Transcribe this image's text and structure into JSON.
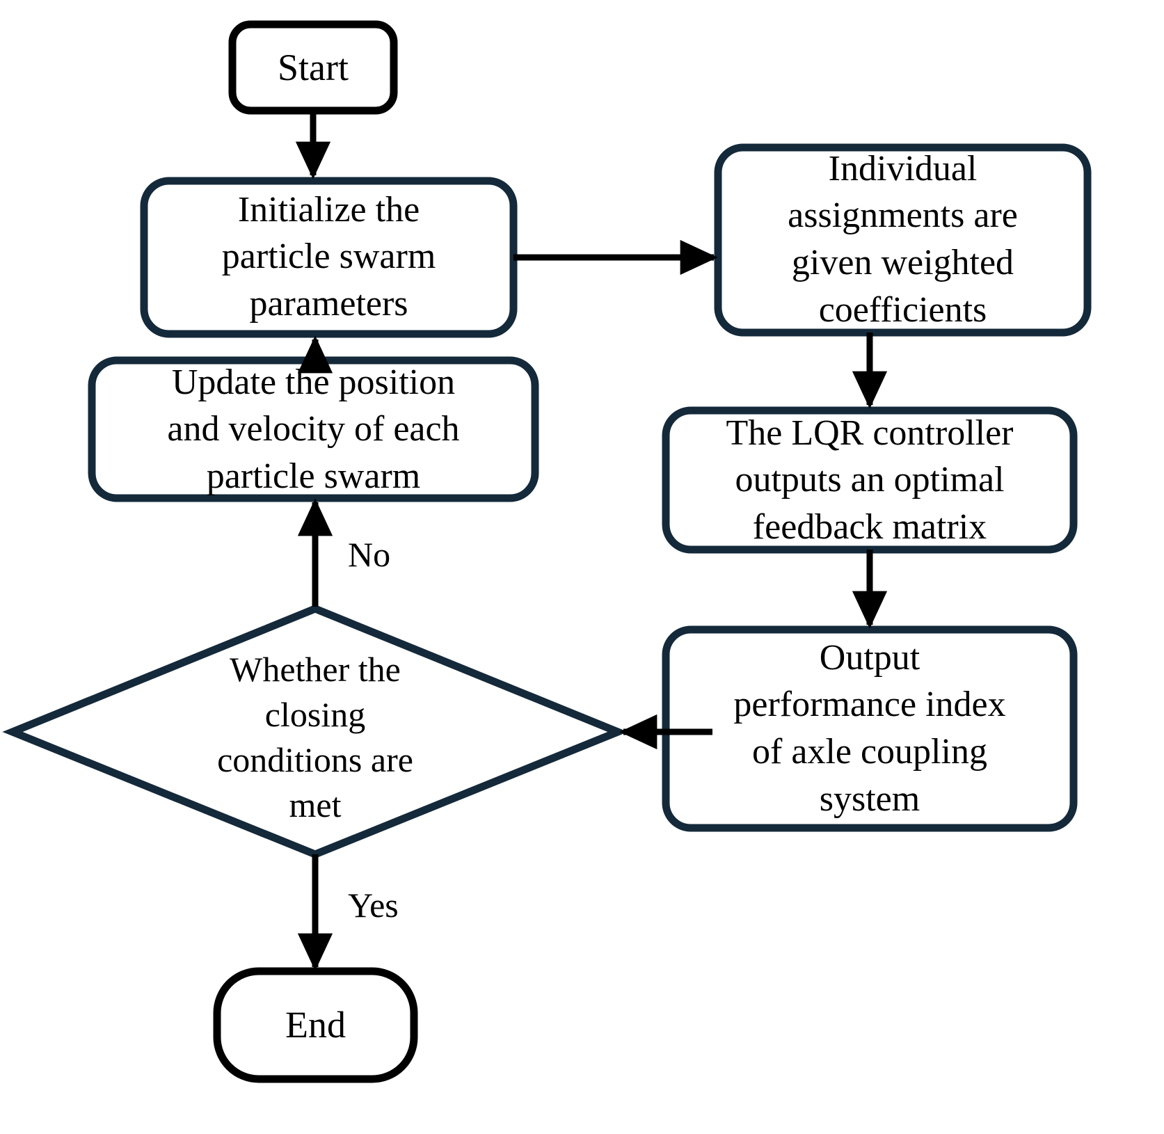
{
  "diagram": {
    "title": "PSO-LQR optimization flowchart",
    "type": "flowchart",
    "background_color": "#ffffff",
    "terminator_stroke_color": "#000000",
    "process_stroke_color": "#14293a",
    "decision_stroke_color": "#14293a",
    "connector_color": "#000000",
    "text_color": "#000000"
  },
  "nodes": {
    "start": {
      "label": "Start",
      "shape": "terminator"
    },
    "initialize": {
      "label": "Initialize the\nparticle swarm\nparameters",
      "shape": "process"
    },
    "weighted_coefficients": {
      "label": "Individual\nassignments are\ngiven weighted\ncoefficients",
      "shape": "process"
    },
    "lqr_controller": {
      "label": "The LQR controller\noutputs an optimal\nfeedback matrix",
      "shape": "process"
    },
    "output_performance": {
      "label": "Output\nperformance index\nof axle coupling\nsystem",
      "shape": "process"
    },
    "decision": {
      "label": "Whether the\nclosing\nconditions are\nmet",
      "shape": "decision"
    },
    "update_particles": {
      "label": "Update the position\nand velocity of each\nparticle swarm",
      "shape": "process"
    },
    "end": {
      "label": "End",
      "shape": "terminator"
    }
  },
  "edge_labels": {
    "no": "No",
    "yes": "Yes"
  },
  "edges": [
    {
      "from": "start",
      "to": "initialize",
      "label": ""
    },
    {
      "from": "initialize",
      "to": "weighted_coefficients",
      "label": ""
    },
    {
      "from": "weighted_coefficients",
      "to": "lqr_controller",
      "label": ""
    },
    {
      "from": "lqr_controller",
      "to": "output_performance",
      "label": ""
    },
    {
      "from": "output_performance",
      "to": "decision",
      "label": ""
    },
    {
      "from": "decision",
      "to": "update_particles",
      "label": "No"
    },
    {
      "from": "update_particles",
      "to": "initialize",
      "label": ""
    },
    {
      "from": "decision",
      "to": "end",
      "label": "Yes"
    }
  ]
}
